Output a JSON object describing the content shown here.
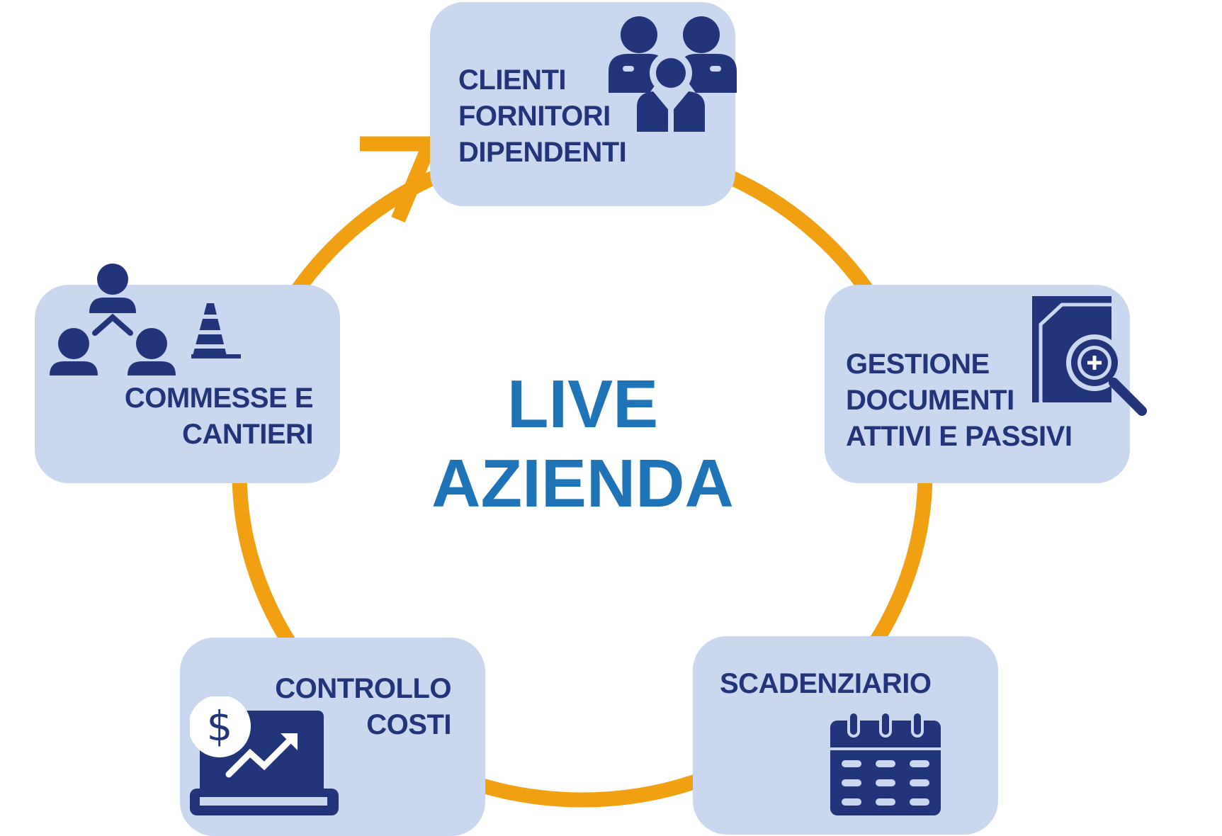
{
  "title": {
    "line1": "LIVE",
    "line2": "AZIENDA"
  },
  "colors": {
    "ring": "#F0A010",
    "box": "#C9D8EF",
    "box_text": "#22357A",
    "title": "#1F73B7"
  },
  "nodes": [
    {
      "id": "anagrafiche",
      "lines": [
        "CLIENTI",
        "FORNITORI",
        "DIPENDENTI"
      ],
      "icon": "people-icon"
    },
    {
      "id": "documenti",
      "lines": [
        "GESTIONE",
        "DOCUMENTI",
        "ATTIVI E PASSIVI"
      ],
      "icon": "document-search-icon"
    },
    {
      "id": "scadenziario",
      "lines": [
        "SCADENZIARIO"
      ],
      "icon": "calendar-icon"
    },
    {
      "id": "costi",
      "lines": [
        "CONTROLLO",
        "COSTI"
      ],
      "icon": "laptop-dollar-chart-icon"
    },
    {
      "id": "commesse",
      "lines": [
        "COMMESSE E",
        "CANTIERI"
      ],
      "icon": "team-cone-icon"
    }
  ]
}
